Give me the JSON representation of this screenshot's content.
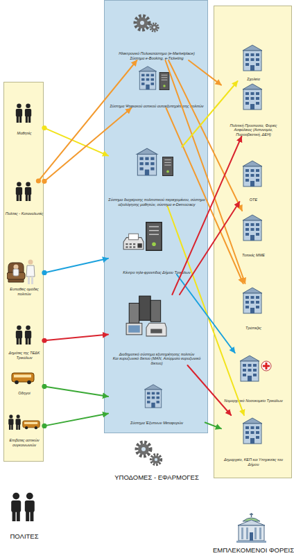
{
  "diagram": {
    "nodes": [
      {
        "text": [
          "ΠΟΛΙΤΕΣ"
        ]
      },
      {
        "text": [
          "Μαθητές"
        ],
        "in": 0
      },
      {
        "text": [
          "Πολίτες - Καταναλωτές"
        ],
        "in": 0
      },
      {
        "text": [
          "Ευπαθείς ομάδες πολιτών"
        ],
        "in": 0
      },
      {
        "text": [
          "Δημότες της ΤΕΔΚ Τρικάλων"
        ],
        "in": 0
      },
      {
        "text": [
          "Οδηγοί"
        ],
        "in": 0
      },
      {
        "text": [
          "Επιβάτες αστικών συγκοινωνιών"
        ],
        "in": 0
      },
      {
        "text": [
          "ΥΠΟΔΟΜΕΣ - ΕΦΑΡΜΟΓΕΣ"
        ]
      },
      {
        "text": [
          "Ηλεκτρονικό Πολυκατάστημα (e-Marketplace)",
          "Σύστημα e-Booking, e-Ticketing"
        ],
        "in": 7
      },
      {
        "text": [
          "Σύστημα Ψηφιακού αστικού αυτοεξυπηρέτησης πολιτών"
        ],
        "in": 7
      },
      {
        "text": [
          "Σύστημα διαχείρισης πολιτιστικού περιεχομένου, σύστημα αξιολόγησης μαθητών, σύστημα e-Democracy"
        ],
        "in": 7
      },
      {
        "text": [
          "Κέντρο τηλε-φροντίδας Δήμου Τρικάλων"
        ],
        "in": 7
      },
      {
        "text": [
          "Διαδημοτικό σύστημα εξυπηρέτησης πολιτών",
          "Και ευρυζωνικό δίκτυο (MAN, Ασύρματο ευρυζωνικό δίκτυο)"
        ],
        "in": 7
      },
      {
        "text": [
          "Σύστημα Έξυπνων Μεταφορών"
        ],
        "in": 7
      },
      {
        "text": [
          "ΕΜΠΛΕΚΟΜΕΝΟΙ ΦΟΡΕΙΣ"
        ]
      },
      {
        "text": [
          "Σχολεία"
        ],
        "in": 14
      },
      {
        "text": [
          "Πολιτική Προστασία, Φορείς Ασφάλειας (Αστυνομία, Πυροσβεστική, ΔΕΗ)"
        ],
        "in": 14
      },
      {
        "text": [
          "ΟΤΕ"
        ],
        "in": 14
      },
      {
        "text": [
          "Τοπικές ΜΜΕ"
        ],
        "in": 14
      },
      {
        "text": [
          "Τράπεζες"
        ],
        "in": 14
      },
      {
        "text": [
          "Νομαρχιακό Νοσοκομείο Τρικάλων"
        ],
        "in": 14
      },
      {
        "text": [
          "Δημαρχείο, ΚΕΠ και Υπηρεσίες του Δήμου"
        ],
        "in": 14
      }
    ],
    "edges": [
      {
        "from": 1,
        "to": 10,
        "arrow": "to"
      },
      {
        "from": 2,
        "to": 8,
        "arrow": "to"
      },
      {
        "from": 2,
        "to": 9,
        "arrow": "to"
      },
      {
        "from": 3,
        "to": 11,
        "arrow": "to"
      },
      {
        "from": 4,
        "to": 12,
        "arrow": "to"
      },
      {
        "from": 5,
        "to": 13,
        "arrow": "to"
      },
      {
        "from": 6,
        "to": 13,
        "arrow": "to"
      },
      {
        "from": 8,
        "to": 16,
        "arrow": "to"
      },
      {
        "from": 8,
        "to": 18,
        "arrow": "to"
      },
      {
        "from": 8,
        "to": 19,
        "arrow": "to"
      },
      {
        "from": 9,
        "to": 19,
        "arrow": "to"
      },
      {
        "from": 10,
        "to": 15,
        "arrow": "to"
      },
      {
        "from": 10,
        "to": 21,
        "arrow": "to"
      },
      {
        "from": 11,
        "to": 20,
        "arrow": "to"
      },
      {
        "from": 12,
        "to": 16,
        "arrow": "to"
      },
      {
        "from": 12,
        "to": 17,
        "arrow": "to"
      },
      {
        "from": 12,
        "to": 21,
        "arrow": "to"
      },
      {
        "from": 13,
        "to": 21,
        "arrow": "to"
      }
    ]
  }
}
